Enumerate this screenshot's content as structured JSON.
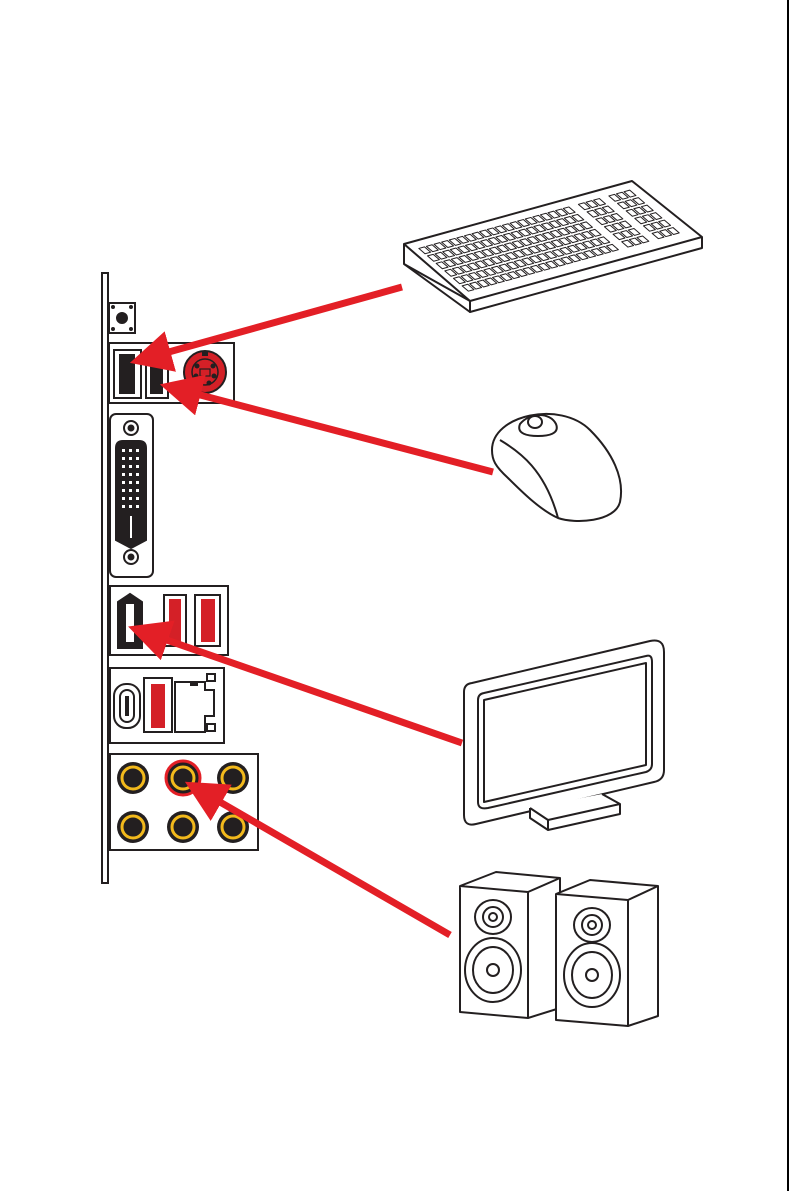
{
  "colors": {
    "line": "#231f20",
    "arrow": "#e31f26",
    "port_red": "#d42027",
    "dark_port": "#231f20",
    "audio_ring": "#f2b91c",
    "audio_center": "#231f20",
    "audio_active_ring": "#e31f26",
    "background": "#ffffff"
  },
  "io_panel": {
    "ports": [
      {
        "id": "clear-cmos-button",
        "icon": "button-icon"
      },
      {
        "id": "usb-port-1",
        "icon": "usb-icon"
      },
      {
        "id": "usb-port-2",
        "icon": "usb-icon"
      },
      {
        "id": "ps2-port",
        "icon": "ps2-icon"
      },
      {
        "id": "dvi-port",
        "icon": "dvi-icon"
      },
      {
        "id": "hdmi-port",
        "icon": "hdmi-icon"
      },
      {
        "id": "usb-red-port-1",
        "icon": "usb-icon"
      },
      {
        "id": "usb-red-port-2",
        "icon": "usb-icon"
      },
      {
        "id": "usb-c-port",
        "icon": "usb-c-icon"
      },
      {
        "id": "usb-red-port-3",
        "icon": "usb-icon"
      },
      {
        "id": "lan-port",
        "icon": "lan-icon"
      },
      {
        "id": "audio-jacks",
        "icon": "audio-jack-icon",
        "count": 6,
        "active_index": 1
      }
    ]
  },
  "devices": [
    {
      "id": "keyboard",
      "icon": "keyboard-icon",
      "connects_to": "usb-port-1"
    },
    {
      "id": "mouse",
      "icon": "mouse-icon",
      "connects_to": "usb-port-2"
    },
    {
      "id": "monitor",
      "icon": "monitor-icon",
      "connects_to": "hdmi-port"
    },
    {
      "id": "speakers",
      "icon": "speakers-icon",
      "connects_to": "audio-jacks"
    }
  ]
}
